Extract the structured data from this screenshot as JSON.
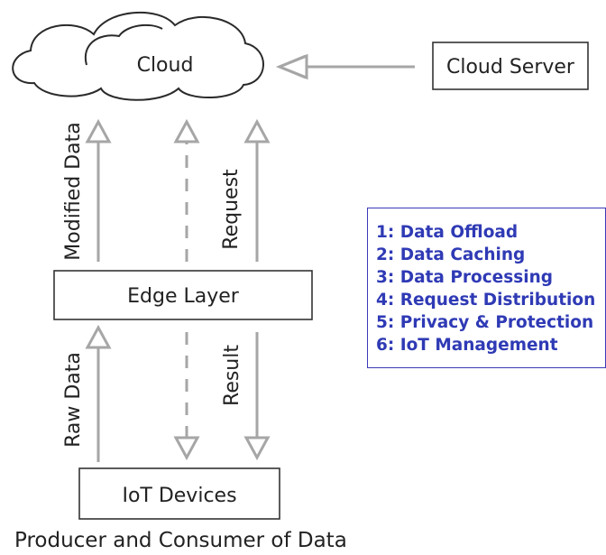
{
  "nodes": {
    "cloud": "Cloud",
    "cloud_server": "Cloud Server",
    "edge_layer": "Edge Layer",
    "iot_devices": "IoT Devices"
  },
  "edges": {
    "modified_data": "Modified Data",
    "request": "Request",
    "raw_data": "Raw Data",
    "result": "Result"
  },
  "caption": "Producer and Consumer of Data",
  "legend": {
    "items": [
      "1: Data Offload",
      "2: Data Caching",
      "3: Data Processing",
      "4: Request Distribution",
      "5: Privacy & Protection",
      "6: IoT Management"
    ],
    "color": "#2f3ab5"
  },
  "colors": {
    "arrow": "#a6a6a6",
    "box_border": "#333333"
  }
}
